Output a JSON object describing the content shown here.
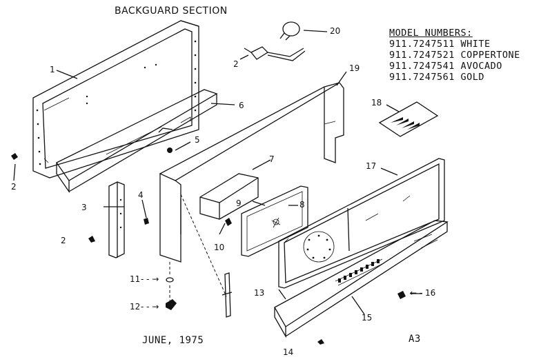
{
  "title": "BACKGUARD SECTION",
  "models": {
    "header": "MODEL NUMBERS:",
    "rows": [
      "911.7247511 WHITE",
      "911.7247521 COPPERTONE",
      "911.7247541 AVOCADO",
      "911.7247561 GOLD"
    ]
  },
  "date": "JUNE, 1975",
  "sheet": "A3",
  "callouts": {
    "c1": "1",
    "c2a": "2",
    "c2b": "2",
    "c2c": "2",
    "c3": "3",
    "c4": "4",
    "c5": "5",
    "c6": "6",
    "c7": "7",
    "c8": "8",
    "c9": "9",
    "c10": "10",
    "c11": "11",
    "c12": "12",
    "c13": "13",
    "c14": "14",
    "c15": "15",
    "c16": "16",
    "c17": "17",
    "c18": "18",
    "c19": "19",
    "c20": "20"
  }
}
